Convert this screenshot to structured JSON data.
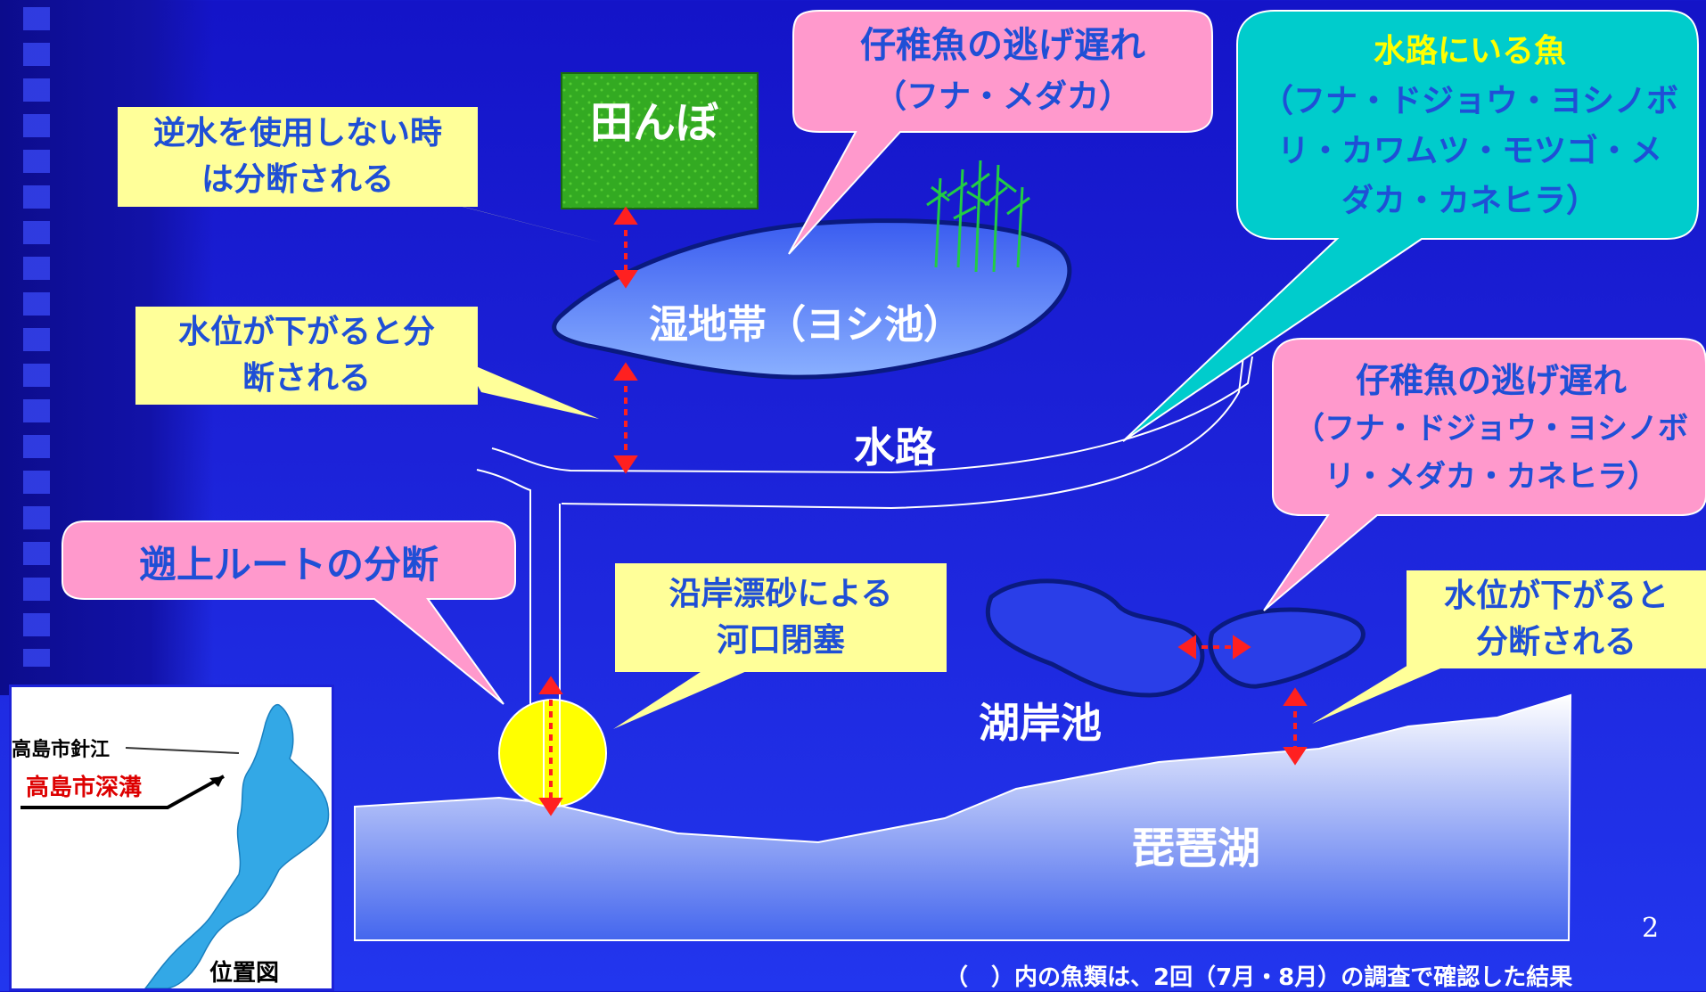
{
  "callouts": {
    "tanbo_isolation": [
      "逆水を使用しない時",
      "は分断される"
    ],
    "wetland_isolation": [
      "水位が下がると分",
      "断される"
    ],
    "estuary_blockage": [
      "沿岸漂砂による",
      "河口閉塞"
    ],
    "lake_pond_isolation": [
      "水位が下がると",
      "分断される"
    ],
    "upstream_route": "遡上ルートの分断",
    "fry_escape_top": [
      "仔稚魚の逃げ遅れ",
      "（フナ・メダカ）"
    ],
    "fry_escape_right": [
      "仔稚魚の逃げ遅れ",
      "（フナ・ドジョウ・ヨシノボ",
      "リ・メダカ・カネヒラ）"
    ],
    "waterway_fish": {
      "title": "水路にいる魚",
      "lines": [
        "（フナ・ドジョウ・ヨシノボ",
        "リ・カワムツ・モツゴ・メ",
        "ダカ・カネヒラ）"
      ]
    }
  },
  "labels": {
    "tanbo": "田んぼ",
    "wetland": "湿地帯（ヨシ池）",
    "waterway": "水路",
    "lakeside_pond": "湖岸池",
    "lake": "琵琶湖"
  },
  "location_map": {
    "place1": "高島市針江",
    "place2": "高島市深溝",
    "caption": "位置図"
  },
  "footnote": "（　）内の魚類は、2回（7月・8月）の調査で確認した結果",
  "page_number": "2",
  "colors": {
    "callout_pink": "#ff99cc",
    "callout_teal": "#00cccc",
    "callout_yellow": "#ffff99",
    "text_blue": "#1f4fd6",
    "paddy_green": "#33aa22",
    "estuary_yellow": "#ffff00",
    "arrow_red": "#ff2020"
  }
}
